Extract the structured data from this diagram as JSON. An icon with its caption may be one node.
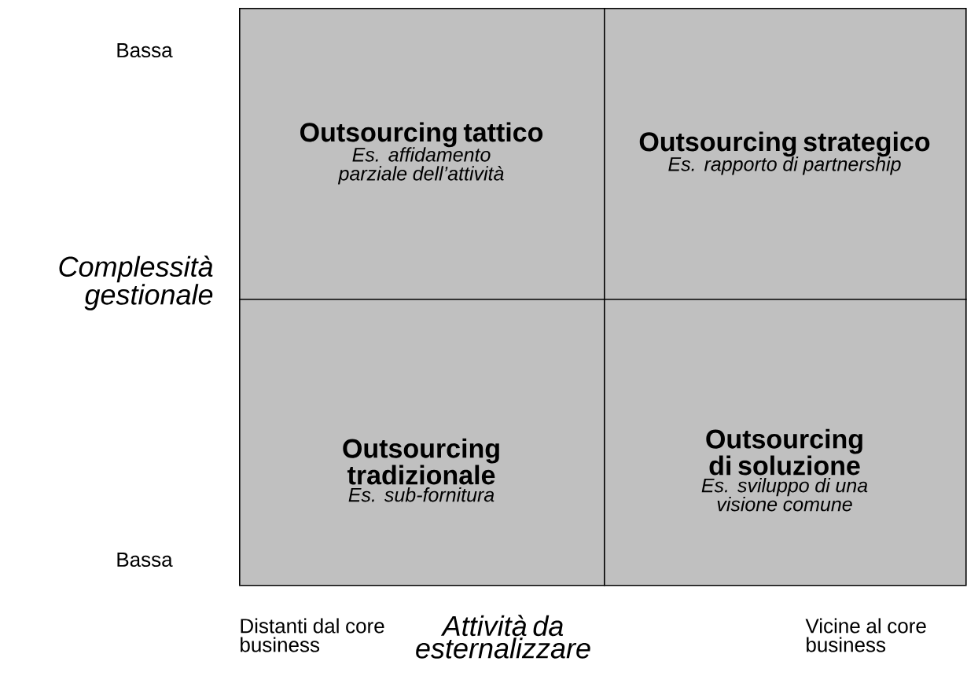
{
  "diagram": {
    "nodes": [
      {
        "text": [
          "Outsourcing tattico",
          "Es. affidamento parziale dell’attività"
        ]
      },
      {
        "text": [
          "Outsourcing strategico",
          "Es. rapporto di partnership"
        ]
      },
      {
        "text": [
          "Outsourcing tradizionale",
          "Es. sub-fornitura"
        ]
      },
      {
        "text": [
          "Outsourcing di soluzione",
          "Es. sviluppo di una visione comune"
        ]
      }
    ],
    "labels": [
      "Bassa",
      "Complessità gestionale",
      "Bassa",
      "Distanti dal core business",
      "Attività da esternalizzare",
      "Vicine al core business"
    ]
  }
}
